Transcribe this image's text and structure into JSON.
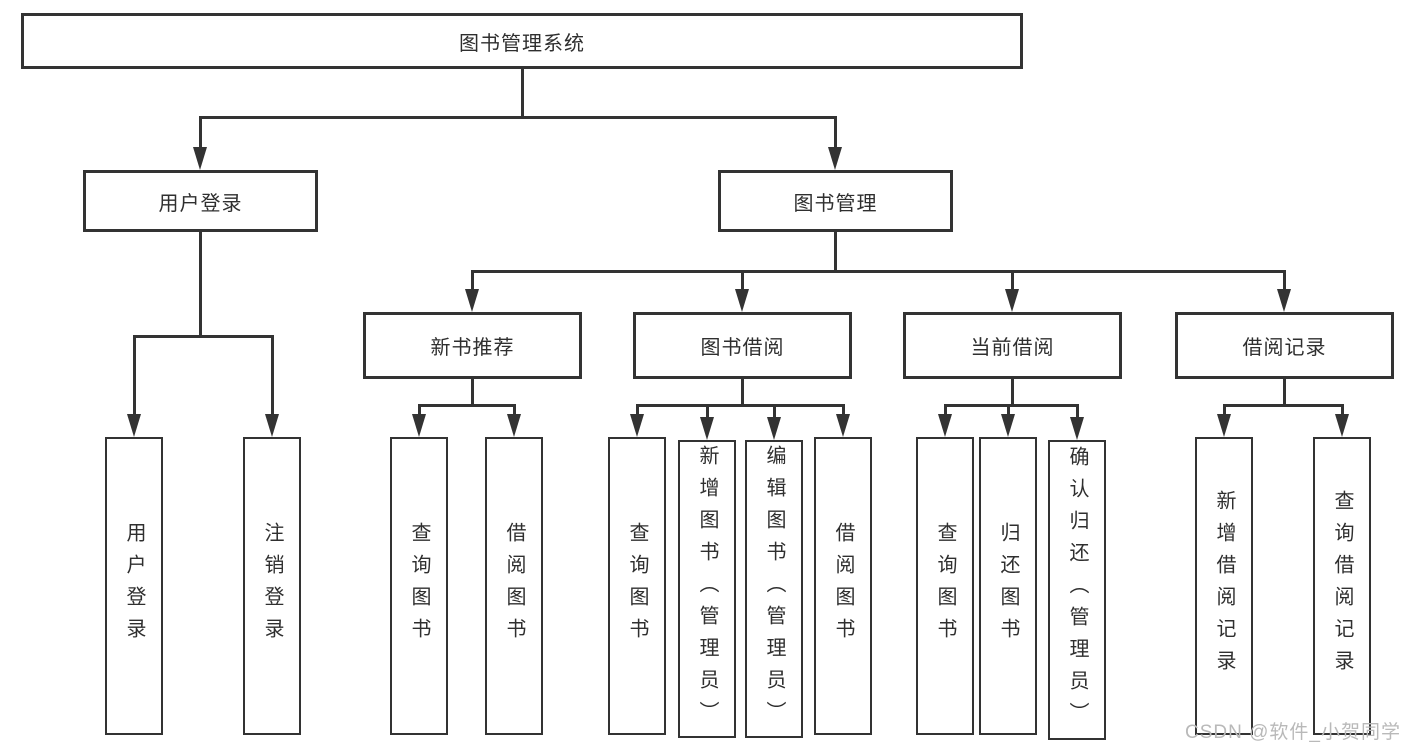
{
  "tree": {
    "label": "图书管理系统",
    "children": [
      {
        "label": "用户登录",
        "children": [
          {
            "label": "用户登录"
          },
          {
            "label": "注销登录"
          }
        ]
      },
      {
        "label": "图书管理",
        "children": [
          {
            "label": "新书推荐",
            "children": [
              {
                "label": "查询图书"
              },
              {
                "label": "借阅图书"
              }
            ]
          },
          {
            "label": "图书借阅",
            "children": [
              {
                "label": "查询图书"
              },
              {
                "label": "新增图书（管理员）"
              },
              {
                "label": "编辑图书（管理员）"
              },
              {
                "label": "借阅图书"
              }
            ]
          },
          {
            "label": "当前借阅",
            "children": [
              {
                "label": "查询图书"
              },
              {
                "label": "归还图书"
              },
              {
                "label": "确认归还（管理员）"
              }
            ]
          },
          {
            "label": "借阅记录",
            "children": [
              {
                "label": "新增借阅记录"
              },
              {
                "label": "查询借阅记录"
              }
            ]
          }
        ]
      }
    ]
  },
  "watermark": "CSDN @软件_小贺同学",
  "colors": {
    "line": "#333333",
    "text": "#2f2f2f",
    "background": "#ffffff",
    "watermark": "#b9b9b9"
  }
}
